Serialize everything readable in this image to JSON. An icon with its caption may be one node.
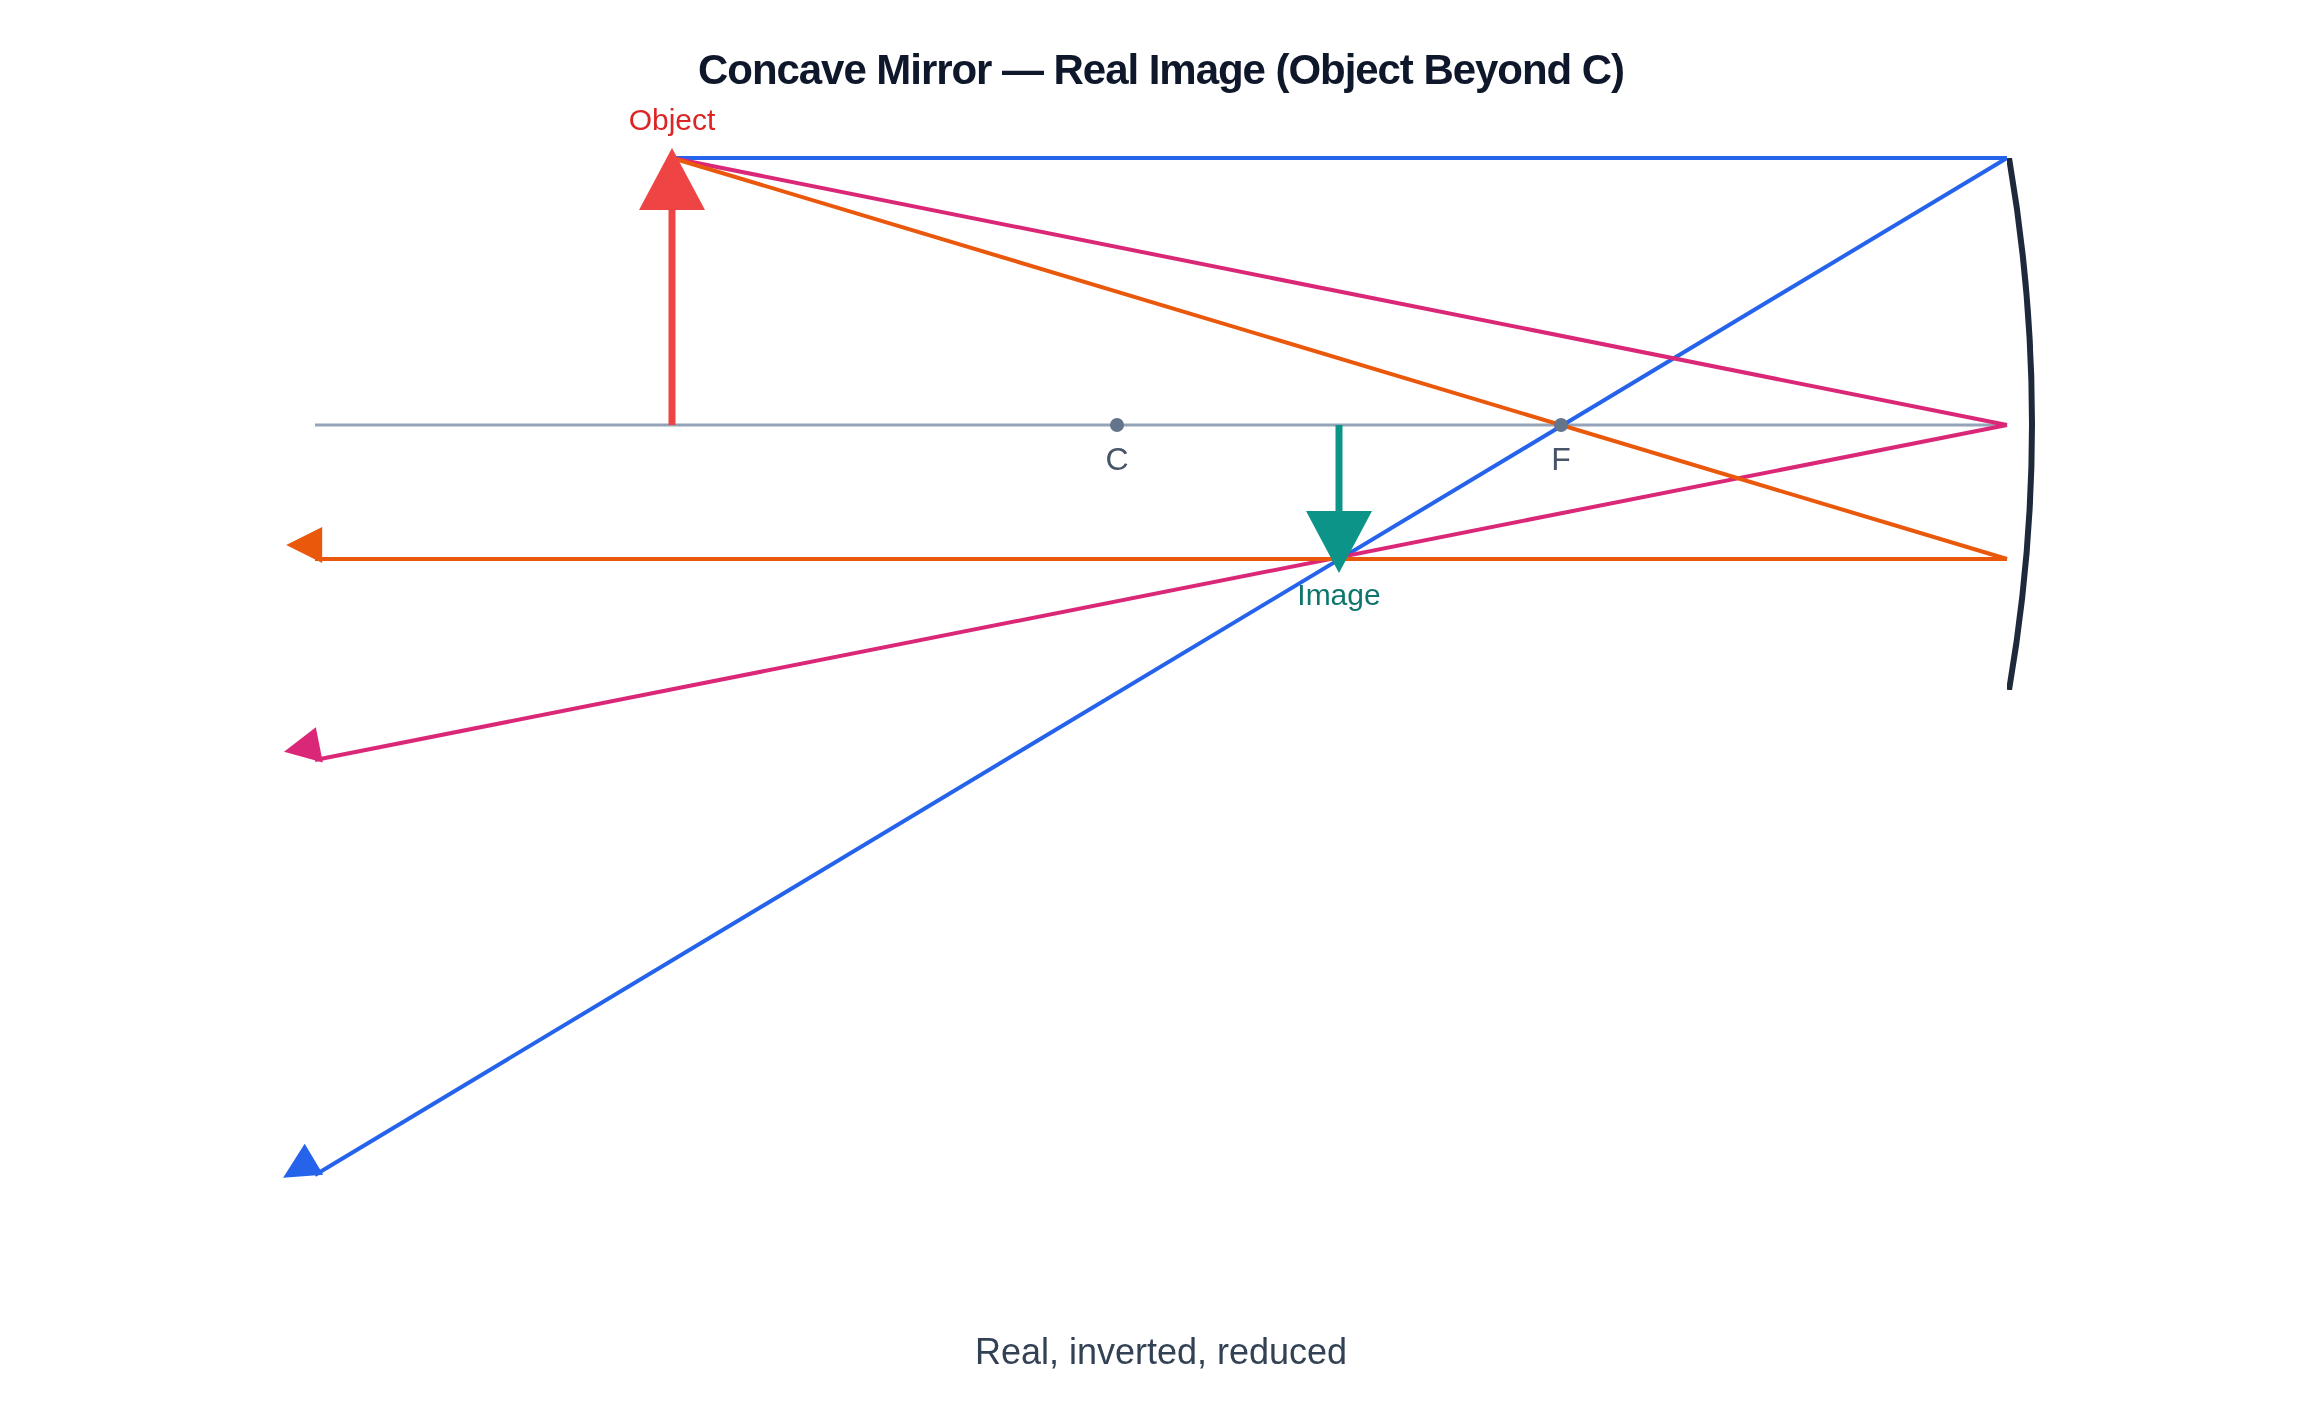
{
  "diagram": {
    "title": "Concave Mirror — Real Image (Object Beyond C)",
    "caption": "Real, inverted, reduced",
    "nodes": [
      {
        "text": [
          "Object"
        ]
      },
      {
        "text": [
          "Image"
        ]
      },
      {
        "text": [
          "C"
        ]
      },
      {
        "text": [
          "F"
        ]
      },
      {
        "text": [],
        "shape": "arc"
      }
    ],
    "edges": [
      {
        "from": 0,
        "to": 4,
        "arrow": "none",
        "color": "#2563eb"
      },
      {
        "from": 4,
        "to": null,
        "arrow": "to",
        "color": "#2563eb"
      },
      {
        "from": 0,
        "to": 4,
        "arrow": "none",
        "color": "#db2777"
      },
      {
        "from": 4,
        "to": null,
        "arrow": "to",
        "color": "#db2777"
      },
      {
        "from": 0,
        "to": 4,
        "arrow": "none",
        "color": "#ea580c"
      },
      {
        "from": 4,
        "to": null,
        "arrow": "to",
        "color": "#ea580c"
      }
    ]
  }
}
